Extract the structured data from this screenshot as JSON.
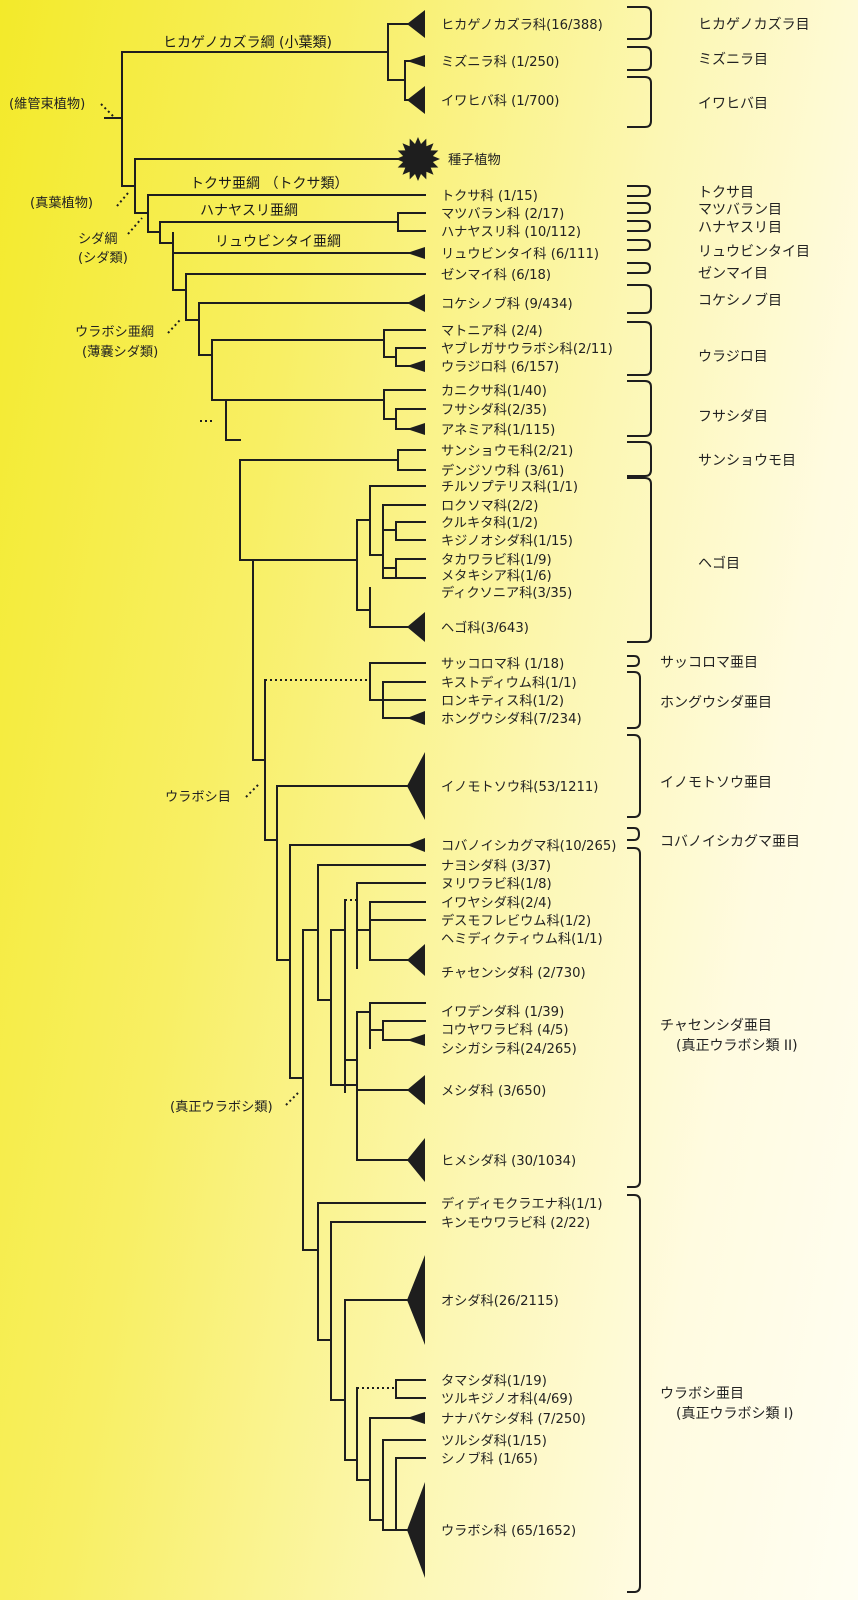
{
  "colors": {
    "line": "#1e1e1e",
    "text": "#222222"
  },
  "families": [
    "ヒカゲノカズラ科(16/388)",
    "ミズニラ科 (1/250)",
    "イワヒバ科 (1/700)",
    "種子植物",
    "トクサ科 (1/15)",
    "マツバラン科 (2/17)",
    "ハナヤスリ科 (10/112)",
    "リュウビンタイ科 (6/111)",
    "ゼンマイ科 (6/18)",
    "コケシノブ科 (9/434)",
    "マトニア科 (2/4)",
    "ヤブレガサウラボシ科(2/11)",
    "ウラジロ科 (6/157)",
    "カニクサ科(1/40)",
    "フサシダ科(2/35)",
    "アネミア科(1/115)",
    "サンショウモ科(2/21)",
    "デンジソウ科 (3/61)",
    "チルソプテリス科(1/1)",
    "ロクソマ科(2/2)",
    "クルキタ科(1/2)",
    "キジノオシダ科(1/15)",
    "タカワラビ科(1/9)",
    "メタキシア科(1/6)",
    "ディクソニア科(3/35)",
    "ヘゴ科(3/643)",
    "サッコロマ科 (1/18)",
    "キストディウム科(1/1)",
    "ロンキティス科(1/2)",
    "ホングウシダ科(7/234)",
    "イノモトソウ科(53/1211)",
    "コバノイシカグマ科(10/265)",
    "ナヨシダ科 (3/37)",
    "ヌリワラビ科(1/8)",
    "イワヤシダ科(2/4)",
    "デスモフレビウム科(1/2)",
    "ヘミディクティウム科(1/1)",
    "チャセンシダ科 (2/730)",
    "イワデンダ科 (1/39)",
    "コウヤワラビ科 (4/5)",
    "シシガシラ科(24/265)",
    "メシダ科 (3/650)",
    "ヒメシダ科 (30/1034)",
    "ディディモクラエナ科(1/1)",
    "キンモウワラビ科 (2/22)",
    "オシダ科(26/2115)",
    "タマシダ科(1/19)",
    "ツルキジノオ科(4/69)",
    "ナナバケシダ科 (7/250)",
    "ツルシダ科(1/15)",
    "シノブ科 (1/65)",
    "ウラボシ科 (65/1652)"
  ],
  "orders": [
    "ヒカゲノカズラ目",
    "ミズニラ目",
    "イワヒバ目",
    "トクサ目",
    "マツバラン目",
    "ハナヤスリ目",
    "リュウビンタイ目",
    "ゼンマイ目",
    "コケシノブ目",
    "ウラジロ目",
    "フサシダ目",
    "サンショウモ目",
    "ヘゴ目",
    "サッコロマ亜目",
    "ホングウシダ亜目",
    "イノモトソウ亜目",
    "コバノイシカグマ亜目",
    "チャセンシダ亜目",
    "(真正ウラボシ類 II)",
    "ウラボシ亜目",
    "(真正ウラボシ類 I)"
  ],
  "classes": [
    "ヒカゲノカズラ綱 (小葉類)",
    "トクサ亜綱 （トクサ類）",
    "ハナヤスリ亜綱",
    "リュウビンタイ亜綱"
  ],
  "groups": [
    "(維管束植物)",
    "(真葉植物)",
    "シダ綱",
    "(シダ類)",
    "ウラボシ亜綱",
    "(薄嚢シダ類)",
    "ウラボシ目",
    "(真正ウラボシ類)"
  ]
}
